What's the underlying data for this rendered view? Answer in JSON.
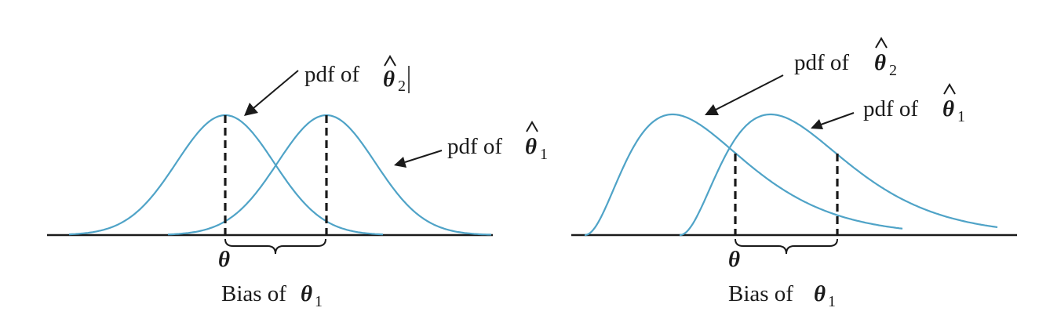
{
  "colors": {
    "curve": "#4fa3c7",
    "ink": "#1a1a1a",
    "background": "#ffffff"
  },
  "left_panel": {
    "label_theta2": {
      "prefix": "pdf of ",
      "symbol": "θ",
      "subscript": "2"
    },
    "label_theta1": {
      "prefix": "pdf of ",
      "symbol": "θ",
      "subscript": "1"
    },
    "axis_symbol": "θ",
    "bias_label": {
      "prefix": "Bias of ",
      "symbol": "θ",
      "subscript": "1"
    }
  },
  "right_panel": {
    "label_theta2": {
      "prefix": "pdf of ",
      "symbol": "θ",
      "subscript": "2"
    },
    "label_theta1": {
      "prefix": "pdf of ",
      "symbol": "θ",
      "subscript": "1"
    },
    "axis_symbol": "θ",
    "bias_label": {
      "prefix": "Bias of ",
      "symbol": "θ",
      "subscript": "1"
    }
  }
}
